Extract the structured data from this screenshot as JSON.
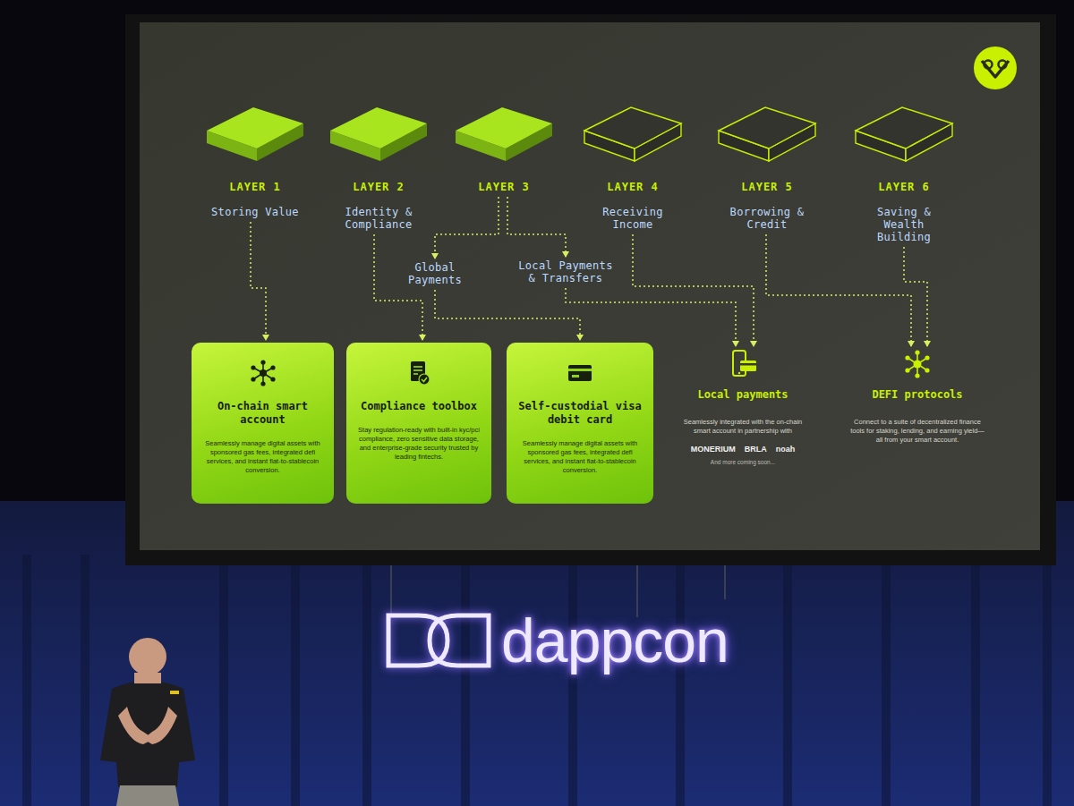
{
  "diagram": {
    "nodes": [
      {
        "text": [
          "LAYER 1",
          "Storing Value"
        ]
      },
      {
        "text": [
          "LAYER 2",
          "Identity & Compliance"
        ]
      },
      {
        "text": [
          "LAYER 3"
        ]
      },
      {
        "text": [
          "LAYER 4",
          "Receiving Income"
        ]
      },
      {
        "text": [
          "LAYER 5",
          "Borrowing & Credit"
        ]
      },
      {
        "text": [
          "LAYER 6",
          "Saving & Wealth Building"
        ]
      },
      {
        "text": [
          "Global Payments"
        ]
      },
      {
        "text": [
          "Local Payments & Transfers"
        ]
      },
      {
        "text": [
          "On-chain smart account",
          "Seamlessly manage digital assets with sponsored gas fees, integrated defi services, and instant fiat-to-stablecoin conversion."
        ]
      },
      {
        "text": [
          "Compliance toolbox",
          "Stay regulation-ready with built-in kyc/pci compliance, zero sensitive data storage, and enterprise-grade security trusted by leading fintechs."
        ]
      },
      {
        "text": [
          "Self-custodial visa debit card",
          "Seamlessly manage digital assets with sponsored gas fees, integrated defi services, and instant fiat-to-stablecoin conversion."
        ]
      },
      {
        "text": [
          "Local payments",
          "Seamlessly integrated with the on-chain smart account in partnership with",
          "MONERIUM",
          "BRLA",
          "noah",
          "And more coming soon..."
        ]
      },
      {
        "text": [
          "DEFI protocols",
          "Connect to a suite of decentralized finance tools for staking, lending, and earning yield—all from your smart account."
        ]
      }
    ],
    "edges": [
      {
        "from": 0,
        "to": 8,
        "arrow": "to"
      },
      {
        "from": 1,
        "to": 9,
        "arrow": "to"
      },
      {
        "from": 2,
        "to": 6,
        "arrow": "to"
      },
      {
        "from": 2,
        "to": 7,
        "arrow": "to"
      },
      {
        "from": 6,
        "to": 10,
        "arrow": "to"
      },
      {
        "from": 7,
        "to": 11,
        "arrow": "to"
      },
      {
        "from": 3,
        "to": 11,
        "arrow": "to"
      },
      {
        "from": 4,
        "to": 12,
        "arrow": "to"
      },
      {
        "from": 5,
        "to": 12,
        "arrow": "to"
      }
    ],
    "labels": [
      "dappcon"
    ]
  }
}
